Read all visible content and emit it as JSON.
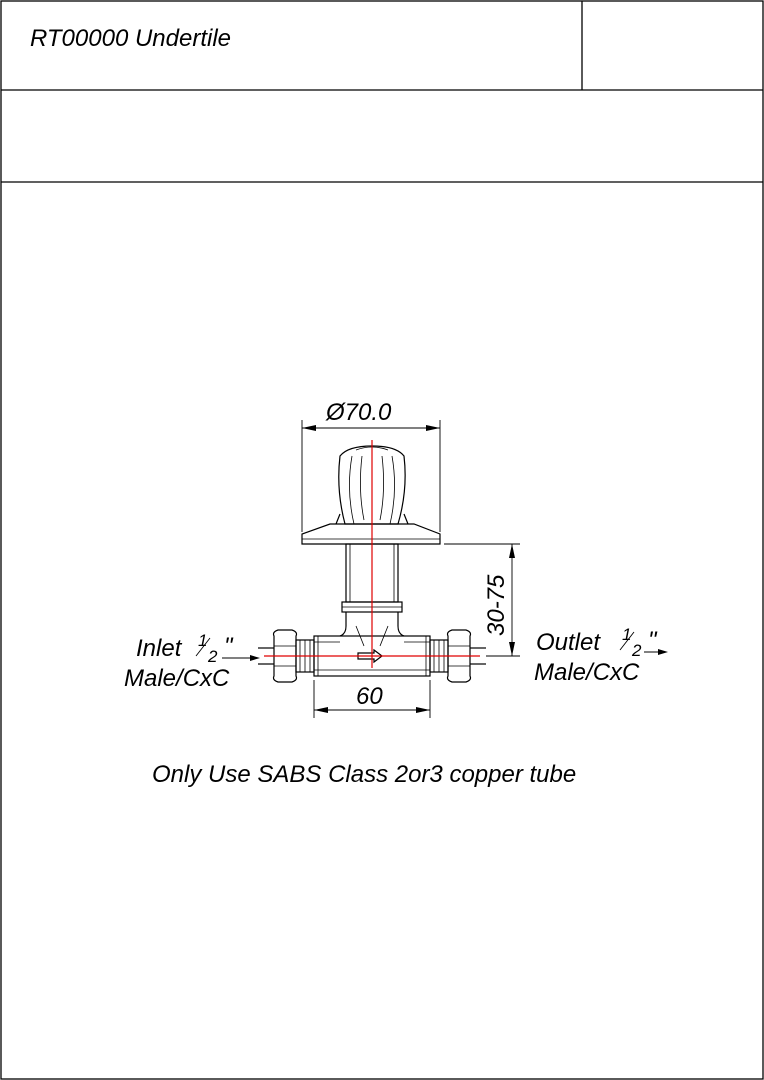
{
  "title_block": {
    "title": "RT00000 Undertile",
    "blank_cell": "",
    "subtitle_row": ""
  },
  "drawing": {
    "dimensions": {
      "diameter_symbol": "Ø",
      "diameter": "70.0",
      "projection": "30-75",
      "body_length": "60"
    },
    "inlet": {
      "word": "Inlet",
      "frac_num": "1",
      "frac_den": "2",
      "inch_mark": "\"",
      "connection": "Male/CxC"
    },
    "outlet": {
      "word": "Outlet",
      "frac_num": "1",
      "frac_den": "2",
      "inch_mark": "\"",
      "connection": "Male/CxC"
    },
    "note": "Only Use SABS Class 2or3 copper tube"
  },
  "colors": {
    "outline": "#000000",
    "centerline": "#e00000",
    "background": "#ffffff"
  }
}
